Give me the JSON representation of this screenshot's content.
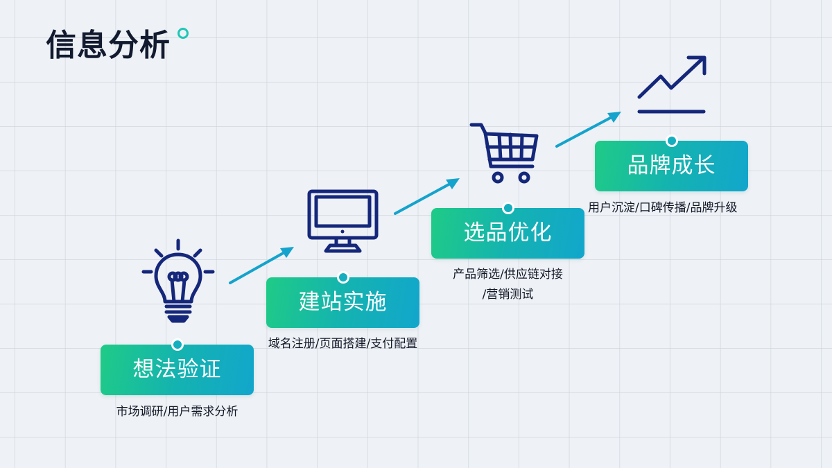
{
  "title": "信息分析",
  "colors": {
    "title": "#111a2e",
    "accent_dot": "#1ec7b6",
    "gradient_start": "#1fcb86",
    "gradient_end": "#12a6cc",
    "icon_stroke": "#15277a",
    "arrow": "#14a3cc",
    "background": "#eef1f5"
  },
  "steps": [
    {
      "label": "想法验证",
      "description": "市场调研/用户需求分析",
      "icon": "lightbulb-icon"
    },
    {
      "label": "建站实施",
      "description": "域名注册/页面搭建/支付配置",
      "icon": "monitor-icon"
    },
    {
      "label": "选品优化",
      "description_line1": "产品筛选/供应链对接",
      "description_line2": "/营销测试",
      "icon": "shopping-cart-icon"
    },
    {
      "label": "品牌成长",
      "description": "用户沉淀/口碑传播/品牌升级",
      "icon": "growth-chart-icon"
    }
  ],
  "connectors": [
    {
      "from": "想法验证",
      "to": "建站实施",
      "icon": "arrow-up-right-icon"
    },
    {
      "from": "建站实施",
      "to": "选品优化",
      "icon": "arrow-up-right-icon"
    },
    {
      "from": "选品优化",
      "to": "品牌成长",
      "icon": "arrow-up-right-icon"
    }
  ]
}
